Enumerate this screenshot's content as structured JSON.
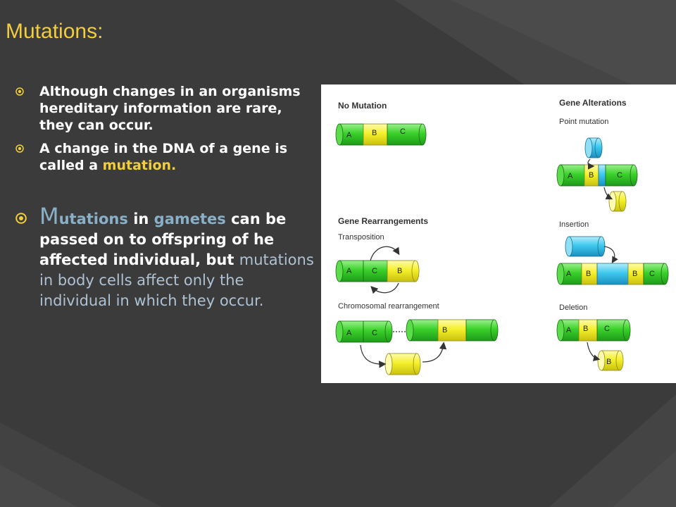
{
  "slide": {
    "title": "Mutations:",
    "bullets": [
      {
        "text": "Although changes in an organisms hereditary information are rare, they can occur."
      },
      {
        "text_a": "A change in the DNA of a gene is called a ",
        "highlight": "mutation."
      },
      {
        "first_letter": "M",
        "p1": "utations",
        "p2": " in ",
        "p3": "gametes",
        "p4": " can be passed on to offspring of he affected individual, but ",
        "p5": "mutations in body cells affect only the individual in which they occur."
      }
    ]
  },
  "figure": {
    "sections": {
      "no_mutation": "No Mutation",
      "gene_rearrangements": "Gene Rearrangements",
      "transposition": "Transposition",
      "chromosomal_rearrangement": "Chromosomal rearrangement",
      "gene_alterations": "Gene Alterations",
      "point_mutation": "Point mutation",
      "insertion": "Insertion",
      "deletion": "Deletion"
    },
    "segments": {
      "a": "A",
      "b": "B",
      "c": "C"
    }
  },
  "colors": {
    "background": "#3b3b3b",
    "title": "#f2cd3c",
    "highlight_yellow": "#f2cd3c",
    "highlight_blue": "#8ab0c8",
    "gene_green": "#3ad12a",
    "gene_yellow": "#f4f02a",
    "gene_cyan": "#3ec8ee"
  }
}
